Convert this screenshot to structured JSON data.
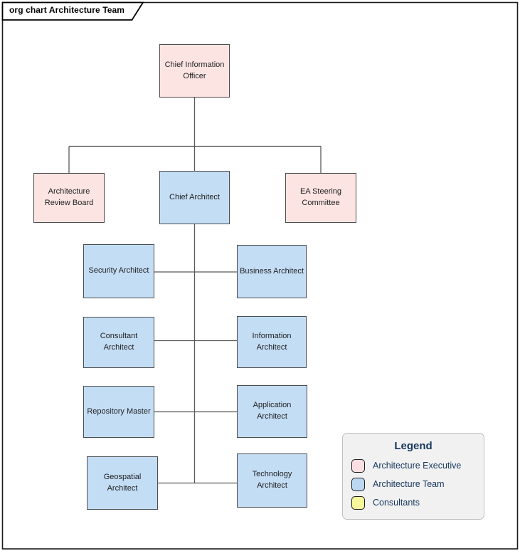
{
  "frame": {
    "tab_label": "org chart Architecture Team"
  },
  "diagram": {
    "title": "org chart Architecture Team",
    "nodes": [
      {
        "id": "cio",
        "label": "Chief Information Officer",
        "category": "Architecture Executive"
      },
      {
        "id": "arb",
        "label": "Architecture Review Board",
        "category": "Architecture Executive"
      },
      {
        "id": "chief",
        "label": "Chief Architect",
        "category": "Architecture Team"
      },
      {
        "id": "easc",
        "label": "EA Steering Committee",
        "category": "Architecture Executive"
      },
      {
        "id": "security",
        "label": "Security Architect",
        "category": "Architecture Team"
      },
      {
        "id": "business",
        "label": "Business Architect",
        "category": "Architecture Team"
      },
      {
        "id": "consultant",
        "label": "Consultant Architect",
        "category": "Architecture Team"
      },
      {
        "id": "information",
        "label": "Information Architect",
        "category": "Architecture Team"
      },
      {
        "id": "repository",
        "label": "Repository Master",
        "category": "Architecture Team"
      },
      {
        "id": "application",
        "label": "Application Architect",
        "category": "Architecture Team"
      },
      {
        "id": "geospatial",
        "label": "Geospatial Architect",
        "category": "Architecture Team"
      },
      {
        "id": "technology",
        "label": "Technology Architect",
        "category": "Architecture Team"
      }
    ],
    "edges": [
      {
        "from": "Chief Information Officer",
        "to": "Architecture Review Board"
      },
      {
        "from": "Chief Information Officer",
        "to": "Chief Architect"
      },
      {
        "from": "Chief Information Officer",
        "to": "EA Steering Committee"
      },
      {
        "from": "Chief Architect",
        "to": "Security Architect"
      },
      {
        "from": "Chief Architect",
        "to": "Business Architect"
      },
      {
        "from": "Chief Architect",
        "to": "Consultant Architect"
      },
      {
        "from": "Chief Architect",
        "to": "Information Architect"
      },
      {
        "from": "Chief Architect",
        "to": "Repository Master"
      },
      {
        "from": "Chief Architect",
        "to": "Application Architect"
      },
      {
        "from": "Chief Architect",
        "to": "Geospatial Architect"
      },
      {
        "from": "Chief Architect",
        "to": "Technology Architect"
      }
    ]
  },
  "legend": {
    "title": "Legend",
    "items": [
      {
        "label": "Architecture Executive",
        "color": "#FBDFE2"
      },
      {
        "label": "Architecture Team",
        "color": "#BCD7F2"
      },
      {
        "label": "Consultants",
        "color": "#F7F79C"
      }
    ]
  },
  "colors": {
    "executive_fill": "#FBE4E2",
    "team_fill": "#C3DDF5",
    "consultants_fill": "#F7F79C",
    "node_border": "#4D4D4D",
    "connector": "#595959",
    "frame_border": "#1A1A1A",
    "legend_text": "#17375D",
    "legend_background": "#F1F1F2"
  }
}
